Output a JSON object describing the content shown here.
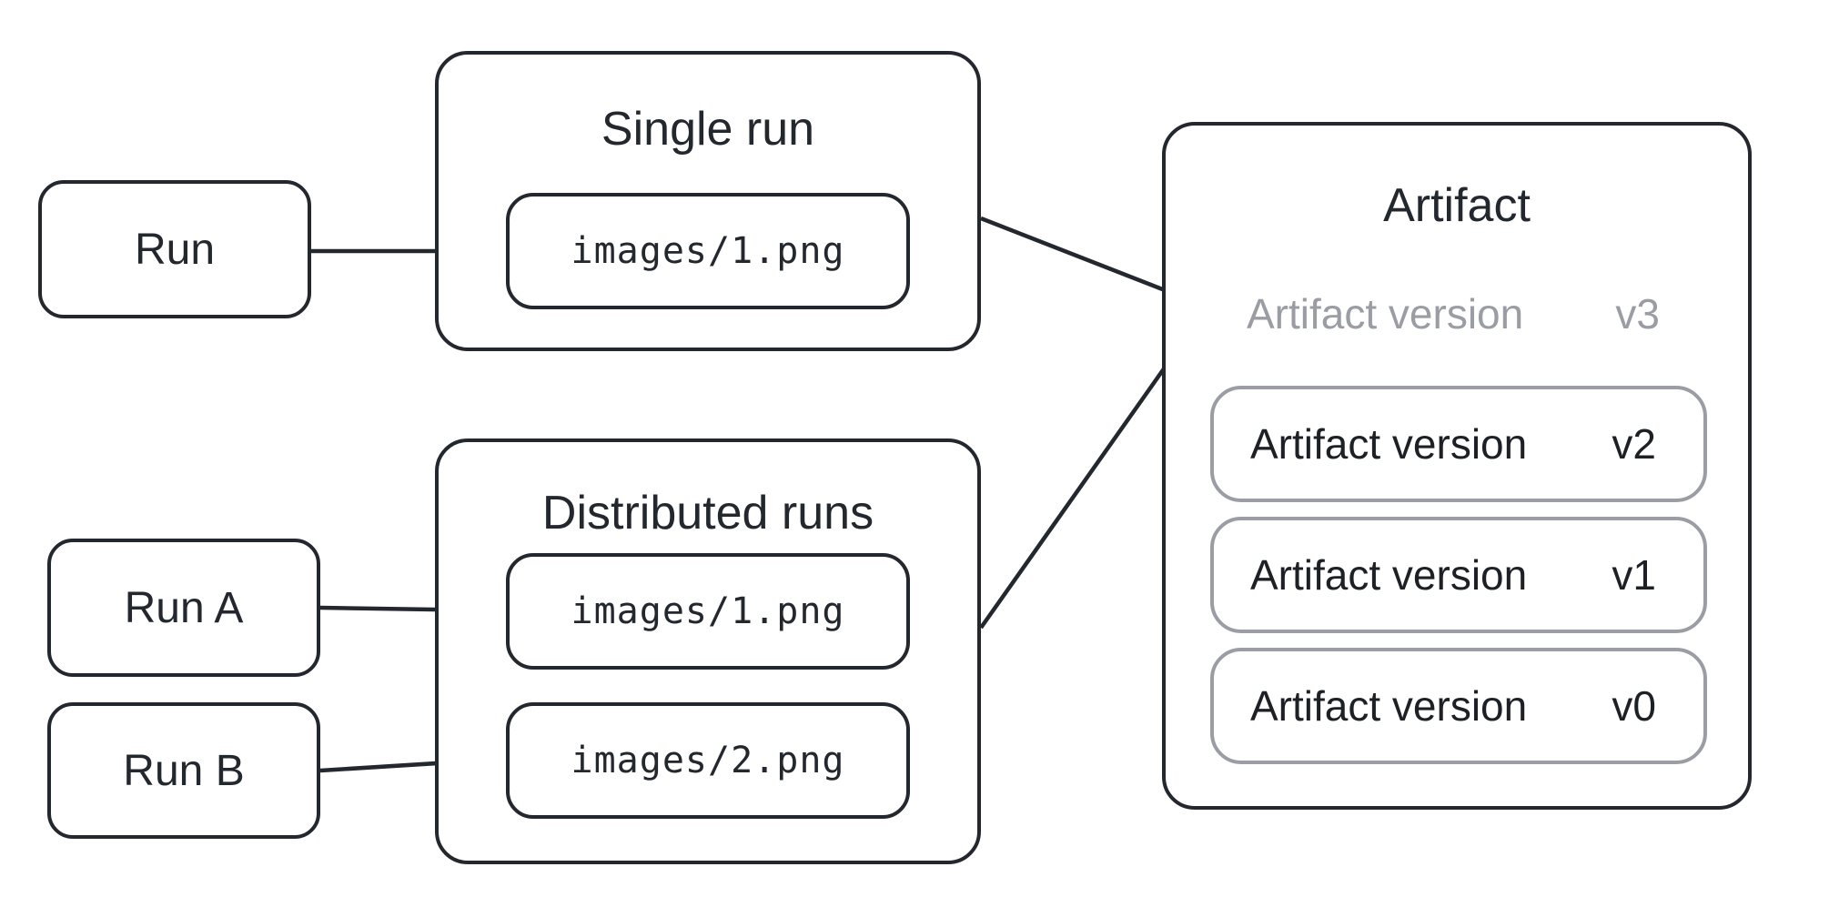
{
  "diagram": {
    "background": "#ffffff",
    "colors": {
      "stroke_dark": "#23272e",
      "stroke_gray": "#9a9da3",
      "text_dark": "#1d2025",
      "text_gray": "#9a9da3"
    },
    "nodes": {
      "run": {
        "label": "Run"
      },
      "run_a": {
        "label": "Run A"
      },
      "run_b": {
        "label": "Run B"
      },
      "single_run": {
        "title": "Single run",
        "file": "images/1.png"
      },
      "distributed_runs": {
        "title": "Distributed runs",
        "file_1": "images/1.png",
        "file_2": "images/2.png"
      },
      "artifact": {
        "title": "Artifact",
        "versions": [
          {
            "label": "Artifact version",
            "version": "v3",
            "style": "dashed-pending"
          },
          {
            "label": "Artifact version",
            "version": "v2",
            "style": "solid"
          },
          {
            "label": "Artifact version",
            "version": "v1",
            "style": "solid"
          },
          {
            "label": "Artifact version",
            "version": "v0",
            "style": "solid"
          }
        ]
      }
    },
    "edges": [
      {
        "from": "Run",
        "to": "Single run / images/1.png"
      },
      {
        "from": "Run A",
        "to": "Distributed runs / images/1.png"
      },
      {
        "from": "Run B",
        "to": "Distributed runs / images/2.png"
      },
      {
        "from": "Single run",
        "to": "Artifact version v3"
      },
      {
        "from": "Distributed runs",
        "to": "Artifact version v3"
      }
    ]
  }
}
